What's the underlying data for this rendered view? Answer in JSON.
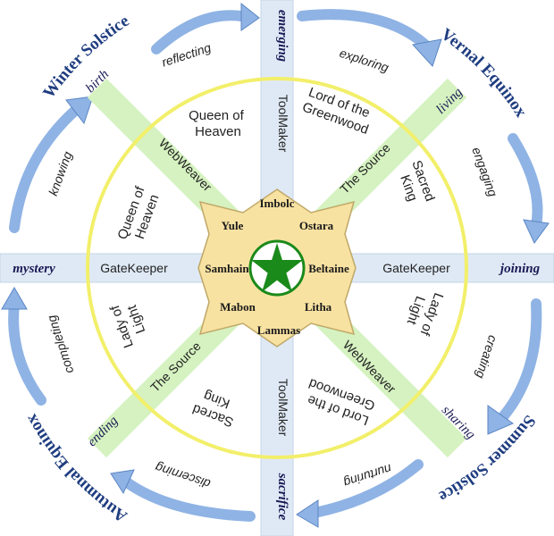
{
  "seasons": {
    "winter_solstice": "Winter Solstice",
    "vernal_equinox": "Vernal Equinox",
    "summer_solstice": "Summer Solstice",
    "autumnal_equinox": "Autumnal Equinox"
  },
  "arms": {
    "top": "emerging",
    "right": "joining",
    "bottom": "sacrifice",
    "left": "mystery",
    "top_left": "birth",
    "top_right": "living",
    "bottom_right": "sharing",
    "bottom_left": "ending"
  },
  "arcs": {
    "reflecting": "reflecting",
    "exploring": "exploring",
    "engaging": "engaging",
    "creating": "creating",
    "nurturing": "nurturing",
    "discerning": "discerning",
    "completing": "completing",
    "knowing": "knowing"
  },
  "roles": {
    "toolmaker_top": "ToolMaker",
    "toolmaker_bottom": "ToolMaker",
    "gatekeeper_left": "GateKeeper",
    "gatekeeper_right": "GateKeeper",
    "webweaver_top_left": "WebWeaver",
    "webweaver_bottom_right": "WebWeaver",
    "source_top_right": "The Source",
    "source_bottom_left": "The Source"
  },
  "figures": {
    "queen_a": [
      "Queen of",
      "Heaven"
    ],
    "queen_b": [
      "Queen of",
      "Heaven"
    ],
    "lord_a": [
      "Lord of the",
      "Greenwood"
    ],
    "lord_b": [
      "Lord of the",
      "Greenwood"
    ],
    "king_a": [
      "Sacred",
      "King"
    ],
    "king_b": [
      "Sacred",
      "King"
    ],
    "lady_a": [
      "Lady of",
      "Light"
    ],
    "lady_b": [
      "Lady of",
      "Light"
    ]
  },
  "sabbats": {
    "imbolc": "Imbolc",
    "ostara": "Ostara",
    "beltaine": "Beltaine",
    "litha": "Litha",
    "lammas": "Lammas",
    "mabon": "Mabon",
    "samhain": "Samhain",
    "yule": "Yule"
  },
  "colors": {
    "band_blue": "#dfe9f5",
    "band_green": "#d5f2c0",
    "ring_yellow": "#f2ef6a",
    "center_fill": "#f8e2a2",
    "arrow_blue": "#8fb3e4",
    "arrow_stroke": "#5b86c4",
    "season_text": "#1f3d80",
    "pentagram": "#1a8a1a"
  }
}
